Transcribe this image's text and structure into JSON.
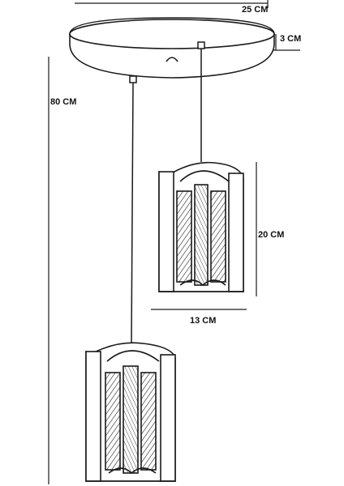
{
  "dimensions": {
    "canopy_width": "25 CM",
    "canopy_depth": "3 CM",
    "total_height": "80 CM",
    "shade_height": "20 CM",
    "shade_width": "13 CM"
  },
  "colors": {
    "line": "#1a1a1a",
    "background": "#ffffff"
  }
}
